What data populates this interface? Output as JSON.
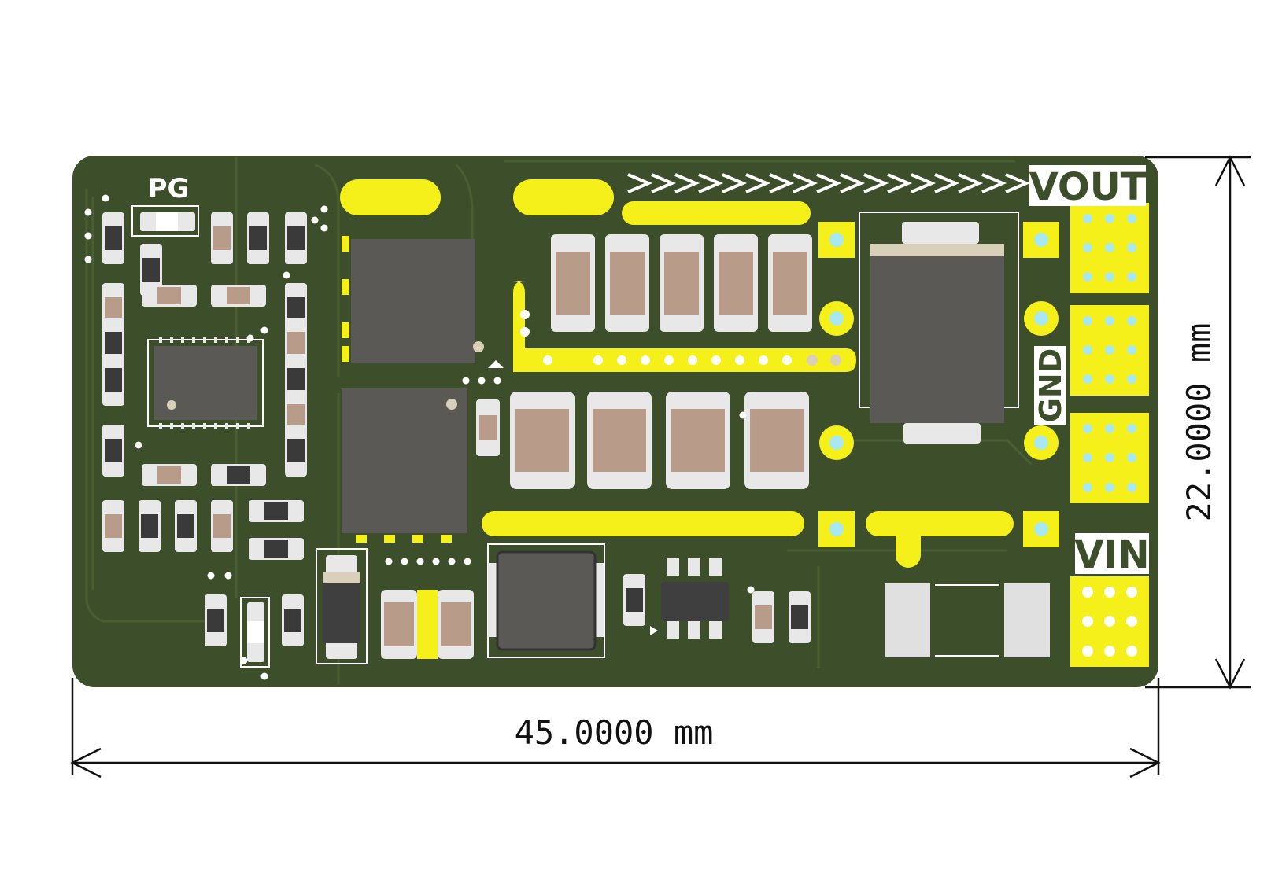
{
  "labels": {
    "pg": "PG",
    "vout": "VOUT",
    "gnd": "GND",
    "vin": "VIN"
  },
  "dimensions": {
    "width_text": "45.0000 mm",
    "height_text": "22.0000 mm"
  },
  "colors": {
    "pcb": "#3d4f2a",
    "pcb_trace": "#4a5e33",
    "copper_exposed": "#f5f019",
    "silk": "#ffffff",
    "ic_body": "#5b5955",
    "ceramic_cap": "#b99b89",
    "cap_end": "#e8e8e8",
    "via_hole": "#a8e8f0"
  }
}
